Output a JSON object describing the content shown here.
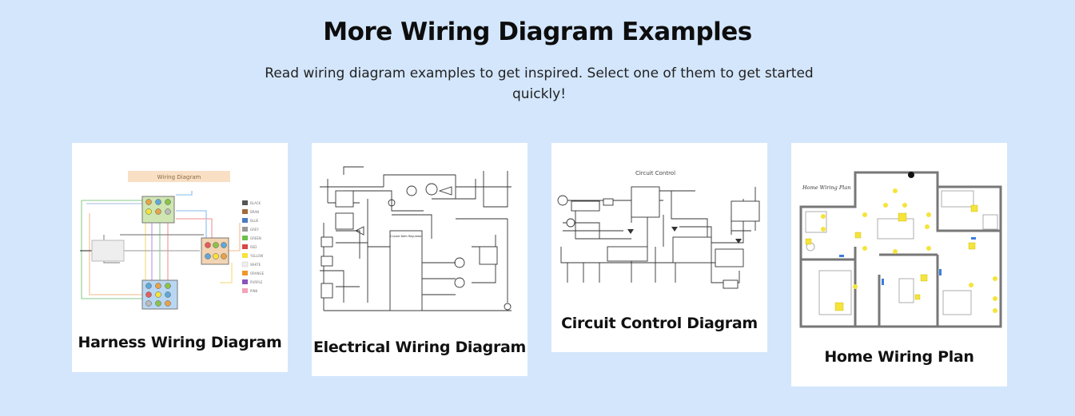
{
  "heading": {
    "title": "More Wiring Diagram Examples",
    "subtitle": "Read wiring diagram examples to get inspired. Select one of them to get started quickly!"
  },
  "examples": [
    {
      "label": "Harness Wiring Diagram",
      "thumbnail_title": "Wiring Diagram",
      "legend": [
        "BLACK",
        "BRAN",
        "BLUE",
        "GREY",
        "GREEN",
        "RED",
        "YELLOW",
        "WHITE",
        "ORANGE",
        "PURPLE",
        "PINK"
      ]
    },
    {
      "label": "Electrical Wiring Diagram",
      "chip_label": "Crystal Bath Regulator"
    },
    {
      "label": "Circuit Control Diagram",
      "thumbnail_title": "Circuit Control"
    },
    {
      "label": "Home Wiring Plan",
      "thumbnail_title": "Home Wiring Plan"
    }
  ],
  "colors": {
    "background": "#d3e6fc",
    "card": "#ffffff",
    "light_yellow": "#f5e43a"
  }
}
